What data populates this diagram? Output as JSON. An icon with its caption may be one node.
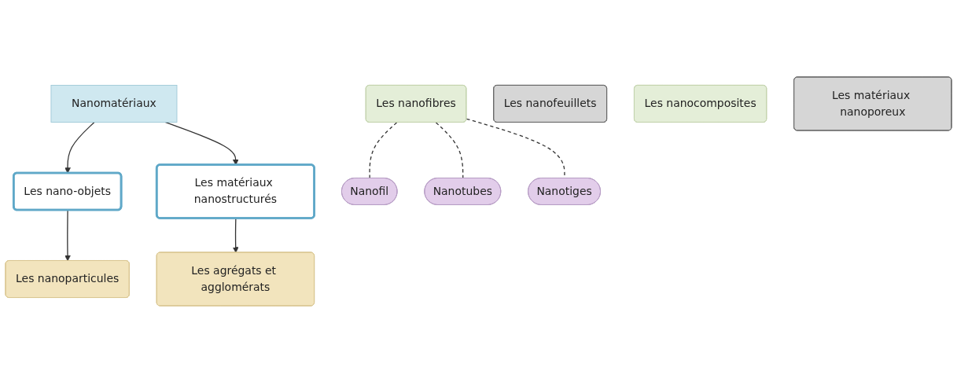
{
  "diagram": {
    "nodes": [
      {
        "text": [
          "Nanomatériaux"
        ]
      },
      {
        "text": [
          "Les nano-objets"
        ]
      },
      {
        "text": [
          "Les matériaux nanostructurés"
        ]
      },
      {
        "text": [
          "Les nanoparticules"
        ]
      },
      {
        "text": [
          "Les nanofibres"
        ]
      },
      {
        "text": [
          "Les nanofeuillets"
        ]
      },
      {
        "text": [
          "Nanofil"
        ]
      },
      {
        "text": [
          "Nanotubes"
        ]
      },
      {
        "text": [
          "Nanotiges"
        ]
      },
      {
        "text": [
          "Les agrégats et agglomérats"
        ]
      },
      {
        "text": [
          "Les nanocomposites"
        ]
      },
      {
        "text": [
          "Les matériaux nanoporeux"
        ]
      }
    ],
    "edges": [
      {
        "from": 0,
        "to": 1,
        "arrow": "to"
      },
      {
        "from": 0,
        "to": 2,
        "arrow": "to"
      },
      {
        "from": 1,
        "to": 3,
        "arrow": "to"
      },
      {
        "from": 2,
        "to": 9,
        "arrow": "to"
      },
      {
        "from": 4,
        "to": 6,
        "arrow": "none",
        "style": "dashed"
      },
      {
        "from": 4,
        "to": 7,
        "arrow": "none",
        "style": "dashed"
      },
      {
        "from": 4,
        "to": 8,
        "arrow": "none",
        "style": "dashed"
      }
    ]
  }
}
